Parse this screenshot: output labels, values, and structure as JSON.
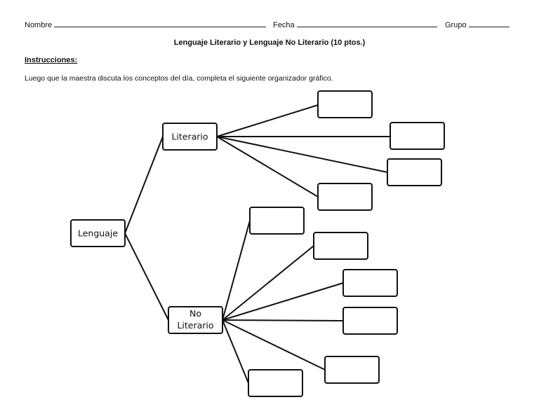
{
  "header": {
    "name_label": "Nombre",
    "date_label": "Fecha",
    "group_label": "Grupo"
  },
  "title": "Lenguaje Literario y Lenguaje No Literario (10 ptos.)",
  "instructions_heading": "Instrucciones:",
  "instructions_text": "Luego que la maestra discuta los conceptos del día, completa el siguiente organizador gráfico.",
  "diagram": {
    "root": "Lenguaje",
    "literario": "Literario",
    "no_literario_line1": "No",
    "no_literario_line2": "Literario",
    "literario_blank_count": 4,
    "no_literario_blank_count": 6
  }
}
